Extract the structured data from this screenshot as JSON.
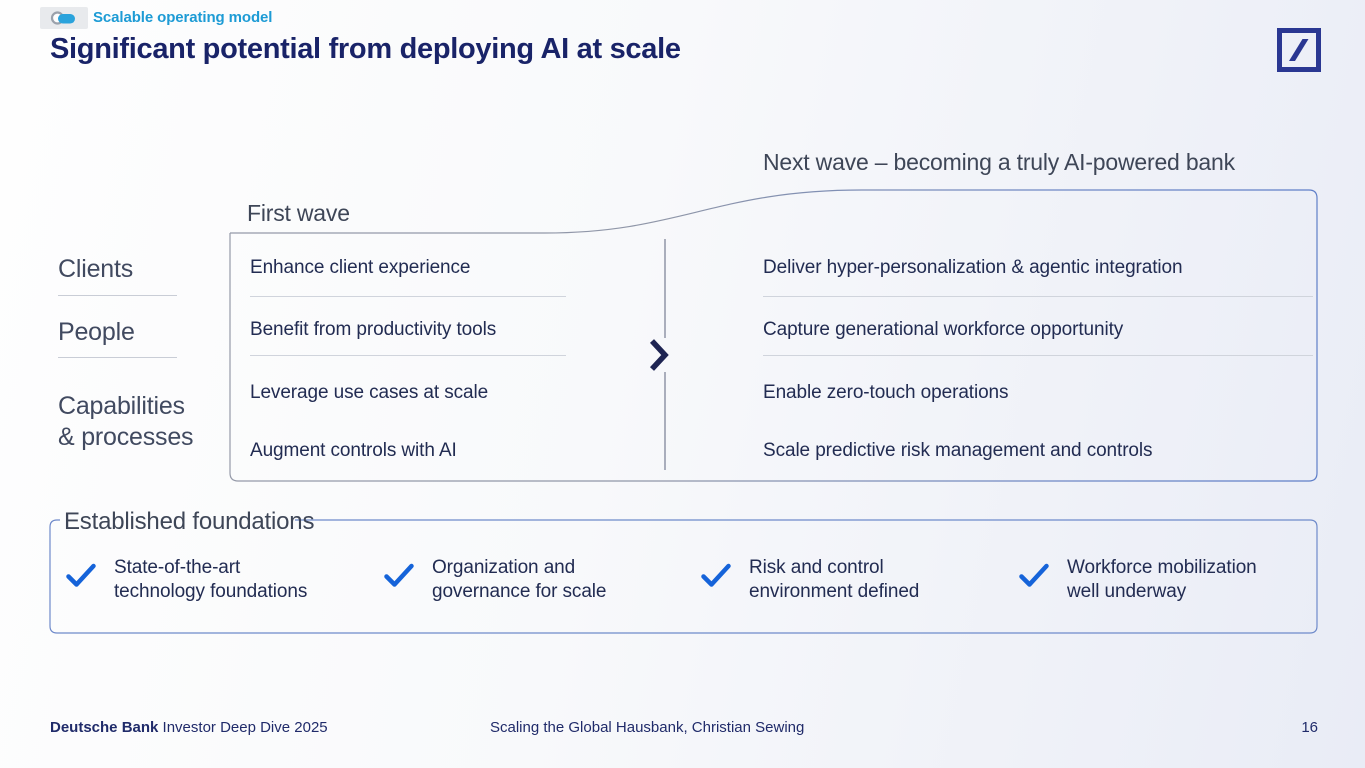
{
  "badge": {
    "label": "Scalable operating model"
  },
  "title": "Significant potential from deploying AI at scale",
  "left_labels": [
    "Clients",
    "People",
    "Capabilities\n& processes"
  ],
  "first_wave": {
    "header": "First wave",
    "items": [
      "Enhance client experience",
      "Benefit from productivity tools",
      "Leverage use cases at scale",
      "Augment controls with AI"
    ]
  },
  "next_wave": {
    "header": "Next wave – becoming a truly AI-powered bank",
    "items": [
      "Deliver hyper-personalization & agentic integration",
      "Capture generational workforce opportunity",
      "Enable zero-touch operations",
      "Scale predictive risk management and controls"
    ]
  },
  "foundations": {
    "header": "Established foundations",
    "items": [
      "State-of-the-art\ntechnology foundations",
      "Organization and\ngovernance for scale",
      "Risk and control\nenvironment defined",
      "Workforce mobilization\nwell underway"
    ]
  },
  "footer": {
    "brand": "Deutsche Bank",
    "event": "Investor Deep Dive 2025",
    "center": "Scaling the Global Hausbank, Christian Sewing",
    "page": "16"
  },
  "icons": {
    "badge_icon": "toggle-switch",
    "logo": "deutsche-bank-slash-logo",
    "chevron": "chevron-right",
    "check": "checkmark"
  },
  "colors": {
    "title_navy": "#192368",
    "item_navy": "#222c52",
    "header_gray": "#3e4657",
    "badge_cyan": "#1d9bd5",
    "check_blue": "#1563d9",
    "logo_navy": "#2a3792",
    "border_gray": "#959aa8",
    "border_blue": "#5e7ec8",
    "divider_gray": "#d0d4dc"
  }
}
